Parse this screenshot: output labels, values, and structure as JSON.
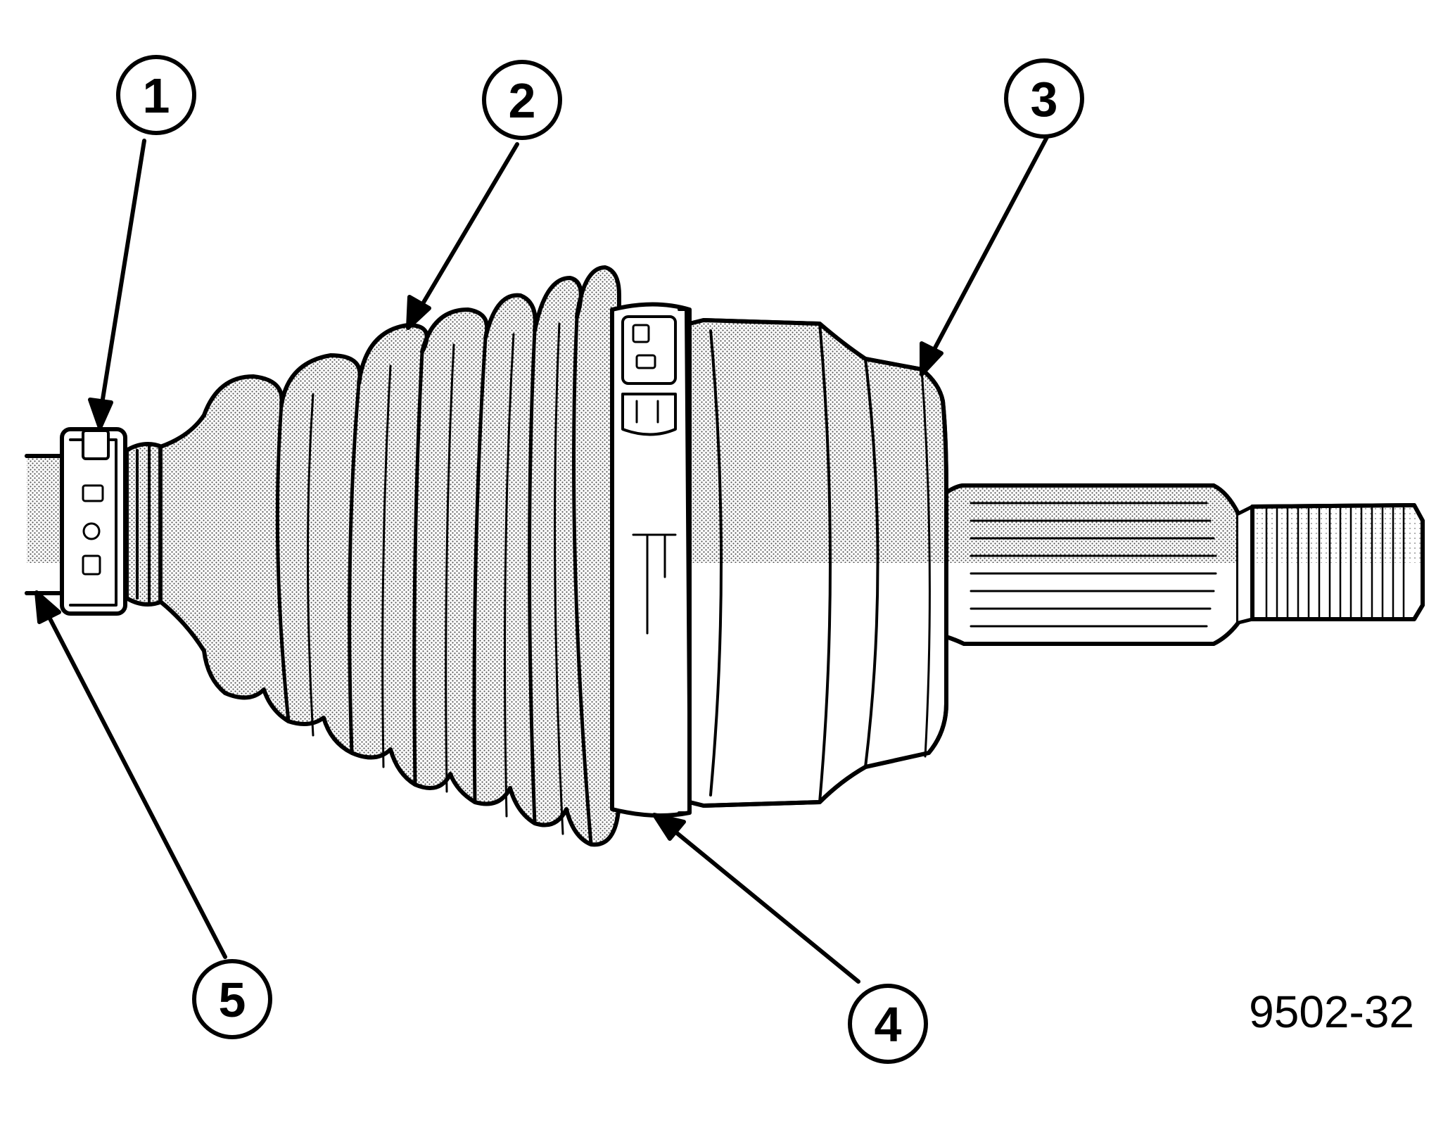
{
  "figure": {
    "figure_number": "9502-32",
    "callouts": [
      {
        "id": "1",
        "label": "1"
      },
      {
        "id": "2",
        "label": "2"
      },
      {
        "id": "3",
        "label": "3"
      },
      {
        "id": "4",
        "label": "4"
      },
      {
        "id": "5",
        "label": "5"
      }
    ]
  },
  "colors": {
    "ink": "#000000",
    "paper": "#ffffff",
    "shade": "#b4b4b4"
  }
}
